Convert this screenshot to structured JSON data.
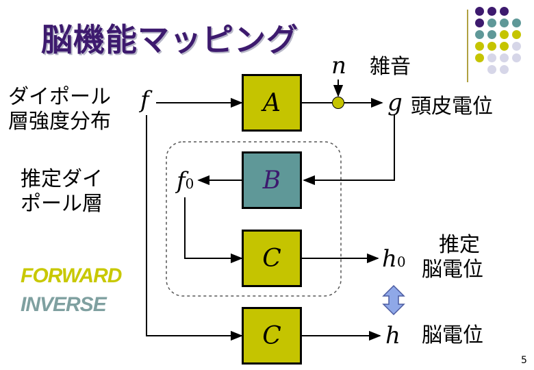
{
  "title": "脳機能マッピング",
  "labels": {
    "dipole_dist_line1": "ダイポール",
    "dipole_dist_line2": "層強度分布",
    "est_dipole_line1": "推定ダイ",
    "est_dipole_line2": "ポール層",
    "noise": "雑音",
    "scalp_potential": "頭皮電位",
    "est_brain_line1": "推定",
    "est_brain_line2": "脳電位",
    "brain_potential": "脳電位"
  },
  "variables": {
    "f": "f",
    "f0_base": "f",
    "f0_sub": "0",
    "n": "n",
    "g": "g",
    "h0_base": "h",
    "h0_sub": "0",
    "h": "h"
  },
  "blocks": {
    "A": "A",
    "B": "B",
    "C1": "C",
    "C2": "C"
  },
  "legend": {
    "forward": "FORWARD",
    "inverse": "INVERSE"
  },
  "page_number": "5",
  "colors": {
    "olive": "#c5c400",
    "teal": "#5f9898",
    "purple": "#3d1a6e",
    "lavender": "#d6d6e8",
    "forward": "#c8c800",
    "inverse": "#7fa0a0"
  }
}
